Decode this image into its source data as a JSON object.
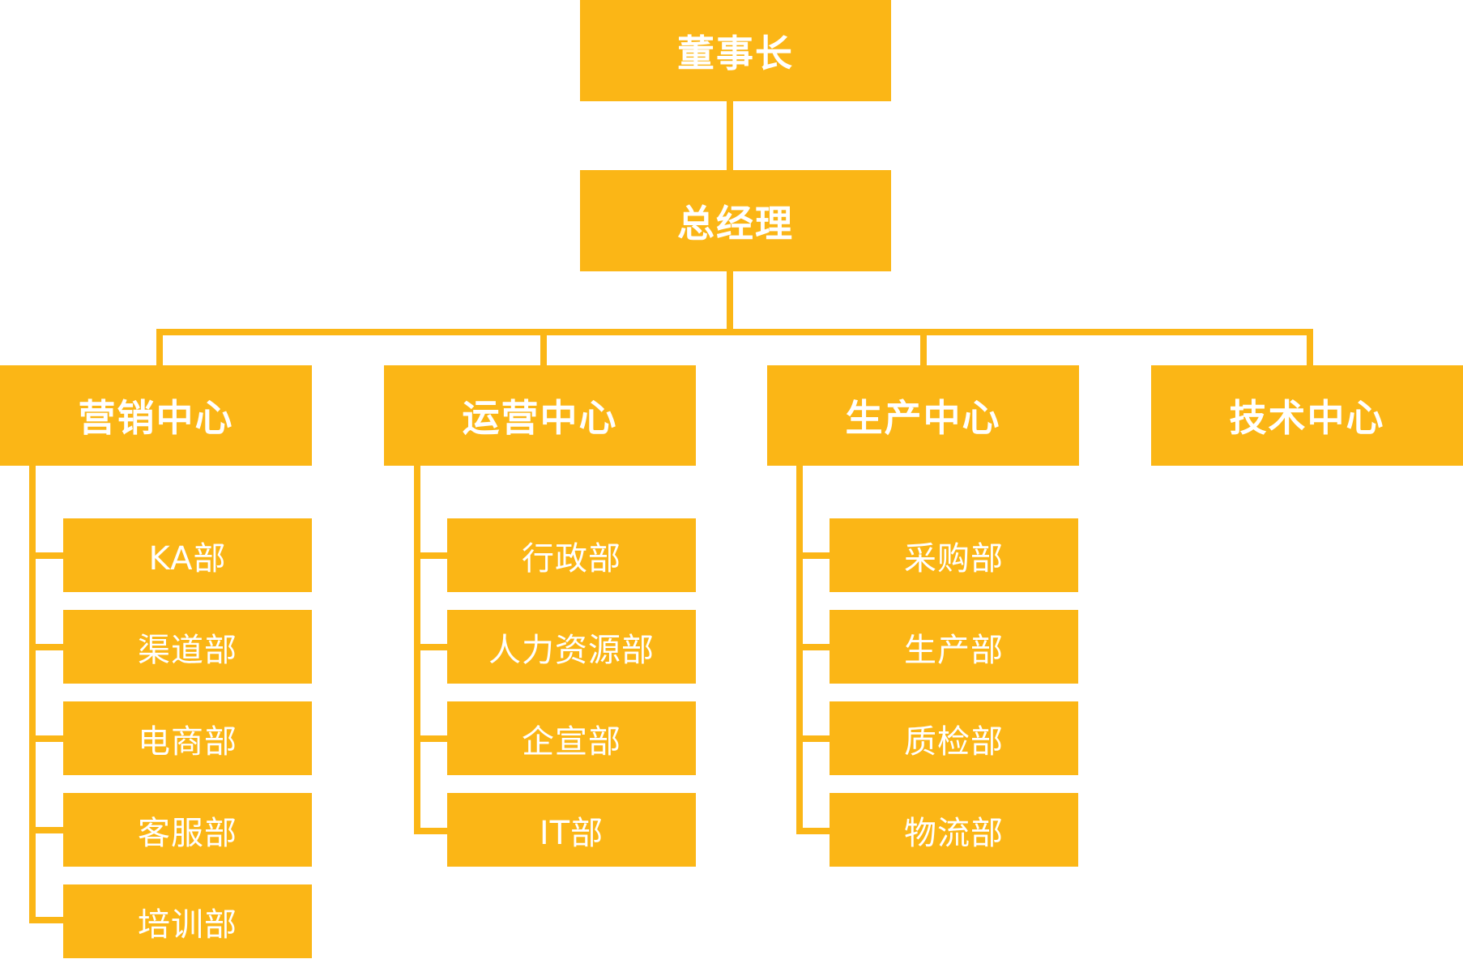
{
  "colors": {
    "box_fill": "#FBB616",
    "text": "#FFFFFF",
    "connector": "#FBB616",
    "background": "#FFFFFF"
  },
  "chairman": "董事长",
  "general_manager": "总经理",
  "centers": [
    {
      "label": "营销中心",
      "departments": [
        "KA部",
        "渠道部",
        "电商部",
        "客服部",
        "培训部"
      ]
    },
    {
      "label": "运营中心",
      "departments": [
        "行政部",
        "人力资源部",
        "企宣部",
        "IT部"
      ]
    },
    {
      "label": "生产中心",
      "departments": [
        "采购部",
        "生产部",
        "质检部",
        "物流部"
      ]
    },
    {
      "label": "技术中心",
      "departments": []
    }
  ]
}
